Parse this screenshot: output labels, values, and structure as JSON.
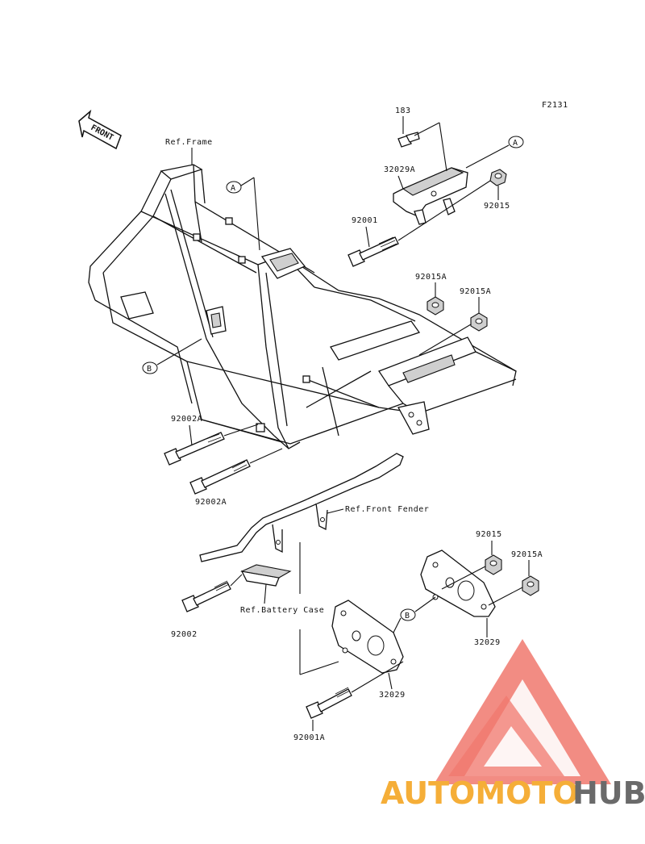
{
  "figure_code": "F2131",
  "front_label": "FRONT",
  "callouts": {
    "a_upper": "A",
    "a_right": "A",
    "b_left": "B",
    "b_right": "B"
  },
  "ref_labels": {
    "frame": "Ref.Frame",
    "front_fender": "Ref.Front Fender",
    "battery_case": "Ref.Battery Case"
  },
  "parts": {
    "p183": "183",
    "p32029a": "32029A",
    "p92015_upper": "92015",
    "p92001": "92001",
    "p92015a_left": "92015A",
    "p92015a_right": "92015A",
    "p92002a_upper": "92002A",
    "p92002a_lower": "92002A",
    "p92015_lower": "92015",
    "p92015a_lower": "92015A",
    "p92002": "92002",
    "p32029_right": "32029",
    "p32029_left": "32029",
    "p92001a": "92001A"
  },
  "watermark": {
    "part1": "AUTOMOTO",
    "part2": "HUB"
  },
  "colors": {
    "watermark_orange": "#f5a623",
    "watermark_red": "#e8453c",
    "watermark_grey": "#5a5a5a",
    "line": "#111111"
  }
}
